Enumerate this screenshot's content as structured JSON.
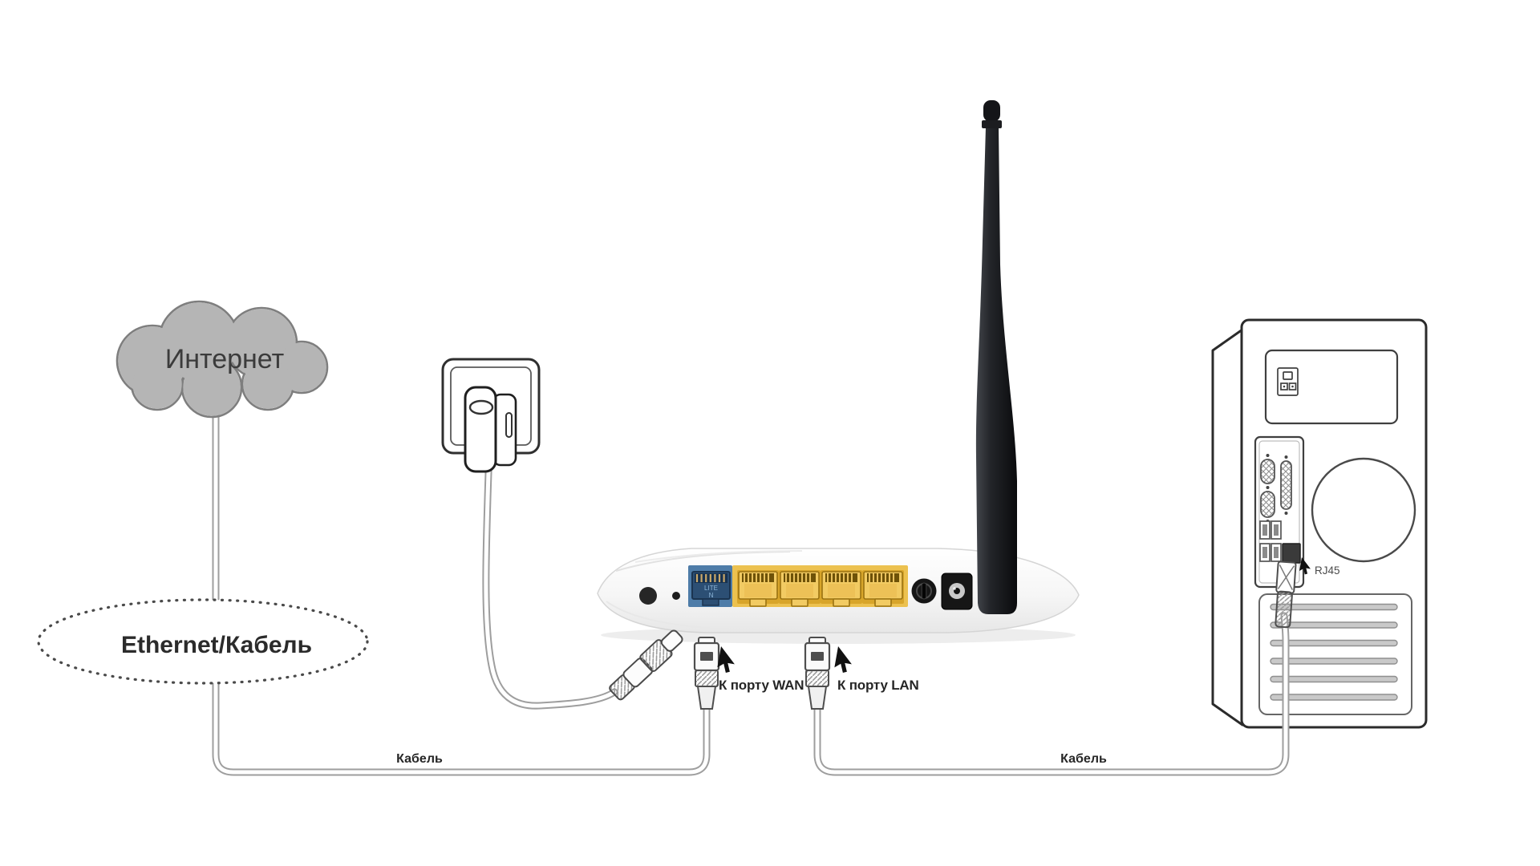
{
  "labels": {
    "internet": "Интернет",
    "ethernet": "Ethernet/Кабель",
    "to_wan_port": "К порту WAN",
    "to_lan_port": "К порту LAN",
    "cable_left": "Кабель",
    "cable_right": "Кабель",
    "rj45": "RJ45",
    "wan_port_line1": "LITE",
    "wan_port_line2": "N"
  },
  "colors": {
    "cloud_fill": "#b5b5b5",
    "cloud_stroke": "#7e7e7e",
    "wan_port_blue": "#4e7ca8",
    "lan_panel_yellow": "#ecc14f",
    "cable_gray": "#9e9e9e",
    "antenna_dark": "#141518"
  }
}
